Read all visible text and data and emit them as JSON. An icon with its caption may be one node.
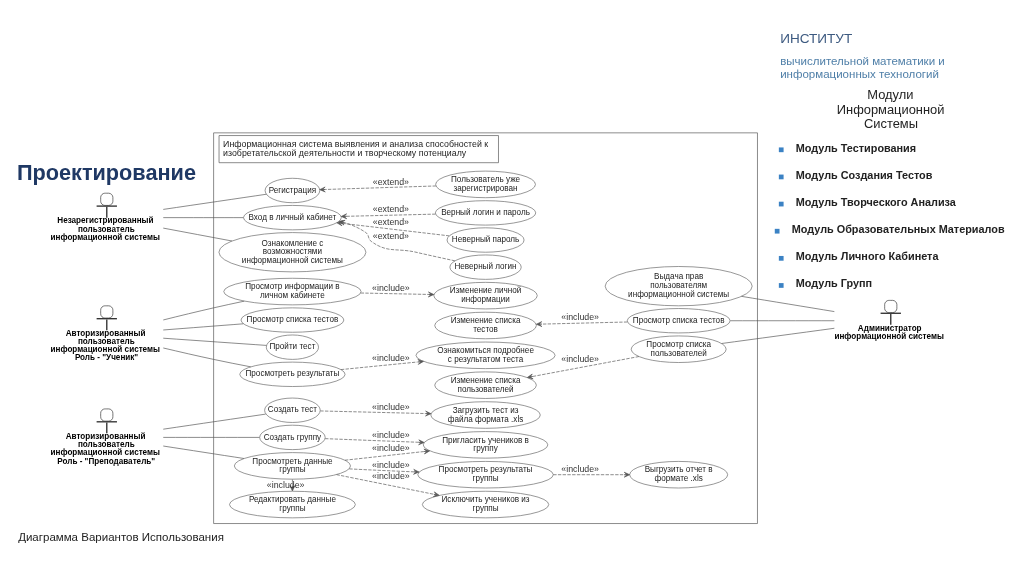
{
  "diagram": {
    "title": "Проектирование",
    "caption": "Диаграмма Вариантов Использования",
    "nodes": [
      {
        "text": [
          "Информационная система выявления и анализа способностей к изобретательской деятельности и творческому потенциалу"
        ]
      },
      {
        "text": [
          "Незарегистрированный пользователь информационной системы"
        ]
      },
      {
        "text": [
          "Регистрация"
        ],
        "in": 0
      },
      {
        "text": [
          "Пользователь уже зарегистрирован"
        ],
        "in": 0
      },
      {
        "text": [
          "Вход в личный кабинет"
        ],
        "in": 0
      },
      {
        "text": [
          "Неверный логин"
        ],
        "in": 0
      },
      {
        "text": [
          "Неверный пароль"
        ],
        "in": 0
      },
      {
        "text": [
          "Ознакомление с возможностями информационной системы"
        ],
        "in": 0
      },
      {
        "text": [
          "Верный логин и пароль"
        ],
        "in": 0
      },
      {
        "text": [
          "Авторизированный пользователь информационной системы Роль - \"Ученик\""
        ]
      },
      {
        "text": [
          "Просмотр информации в личном кабинете"
        ],
        "in": 0
      },
      {
        "text": [
          "Изменение личной информации"
        ],
        "in": 0
      },
      {
        "text": [
          "Выдача прав пользователям информационной системы"
        ],
        "in": 0
      },
      {
        "text": [
          "Просмотр списка тестов"
        ],
        "in": 0
      },
      {
        "text": [
          "Изменение списка тестов"
        ],
        "in": 0
      },
      {
        "text": [
          "Просмотр списка тестов"
        ],
        "in": 0
      },
      {
        "text": [
          "Пройти тест"
        ],
        "in": 0
      },
      {
        "text": [
          "Просмотреть результаты"
        ],
        "in": 0
      },
      {
        "text": [
          "Ознакомиться подробнее с результатом теста"
        ],
        "in": 0
      },
      {
        "text": [
          "Изменение списка пользователей"
        ],
        "in": 0
      },
      {
        "text": [
          "Просмотр списка пользователей"
        ],
        "in": 0
      },
      {
        "text": [
          "Администратор информационной системы"
        ]
      },
      {
        "text": [
          "Авторизированный пользователь информационной системы Роль - \"Преподаватель\""
        ]
      },
      {
        "text": [
          "Создать тест"
        ],
        "in": 0
      },
      {
        "text": [
          "Загрузить тест из файла формата .xls"
        ],
        "in": 0
      },
      {
        "text": [
          "Создать группу"
        ],
        "in": 0
      },
      {
        "text": [
          "Пригласить учеников в группу"
        ],
        "in": 0
      },
      {
        "text": [
          "Просмотреть данные группы"
        ],
        "in": 0
      },
      {
        "text": [
          "Исключить учеников из группы"
        ],
        "in": 0
      },
      {
        "text": [
          "Редактировать данные группы"
        ],
        "in": 0
      },
      {
        "text": [
          "Просмотреть результаты группы"
        ],
        "in": 0
      },
      {
        "text": [
          "Выгрузить отчет в формате .xls"
        ],
        "in": 0
      }
    ],
    "edges": [
      {
        "from": 1,
        "to": 2,
        "arrow": "none"
      },
      {
        "from": 1,
        "to": 4,
        "arrow": "none"
      },
      {
        "from": 1,
        "to": 7,
        "arrow": "none"
      },
      {
        "from": 3,
        "to": 2,
        "arrow": "to",
        "label": "«extend»",
        "style": "dashed"
      },
      {
        "from": 5,
        "to": 4,
        "arrow": "to",
        "label": "«extend»",
        "style": "dashed"
      },
      {
        "from": 6,
        "to": 4,
        "arrow": "to",
        "label": "«extend»",
        "style": "dashed"
      },
      {
        "from": 8,
        "to": 4,
        "arrow": "to",
        "label": "«extend»",
        "style": "dashed"
      },
      {
        "from": 9,
        "to": 10,
        "arrow": "none"
      },
      {
        "from": 9,
        "to": 13,
        "arrow": "none"
      },
      {
        "from": 9,
        "to": 16,
        "arrow": "none"
      },
      {
        "from": 9,
        "to": 17,
        "arrow": "none"
      },
      {
        "from": 10,
        "to": 11,
        "arrow": "to",
        "label": "«include»",
        "style": "dashed"
      },
      {
        "from": 17,
        "to": 18,
        "arrow": "to",
        "label": "«include»",
        "style": "dashed"
      },
      {
        "from": 12,
        "to": 21,
        "arrow": "none"
      },
      {
        "from": 15,
        "to": 21,
        "arrow": "none"
      },
      {
        "from": 20,
        "to": 21,
        "arrow": "none"
      },
      {
        "from": 15,
        "to": 14,
        "arrow": "to",
        "label": "«include»",
        "style": "dashed"
      },
      {
        "from": 20,
        "to": 19,
        "arrow": "to",
        "label": "«include»",
        "style": "dashed"
      },
      {
        "from": 22,
        "to": 23,
        "arrow": "none"
      },
      {
        "from": 22,
        "to": 25,
        "arrow": "none"
      },
      {
        "from": 22,
        "to": 27,
        "arrow": "none"
      },
      {
        "from": 23,
        "to": 24,
        "arrow": "to",
        "label": "«include»",
        "style": "dashed"
      },
      {
        "from": 25,
        "to": 26,
        "arrow": "to",
        "label": "«include»",
        "style": "dashed"
      },
      {
        "from": 27,
        "to": 26,
        "arrow": "to",
        "label": "«include»",
        "style": "dashed"
      },
      {
        "from": 27,
        "to": 28,
        "arrow": "to",
        "label": "«include»",
        "style": "dashed"
      },
      {
        "from": 27,
        "to": 29,
        "arrow": "to",
        "label": "«include»",
        "style": "dashed"
      },
      {
        "from": 27,
        "to": 30,
        "arrow": "to",
        "label": "«include»",
        "style": "dashed"
      },
      {
        "from": 30,
        "to": 31,
        "arrow": "to",
        "label": "«include»",
        "style": "dashed"
      }
    ],
    "labels": [
      "ИНСТИТУТ",
      "вычислительной математики и информационных технологий",
      "Модули Информационной Системы",
      "Модуль Тестирования",
      "Модуль Создания Тестов",
      "Модуль Творческого Анализа",
      "Модуль Образовательных Материалов",
      "Модуль Личного Кабинета",
      "Модуль Групп"
    ]
  }
}
